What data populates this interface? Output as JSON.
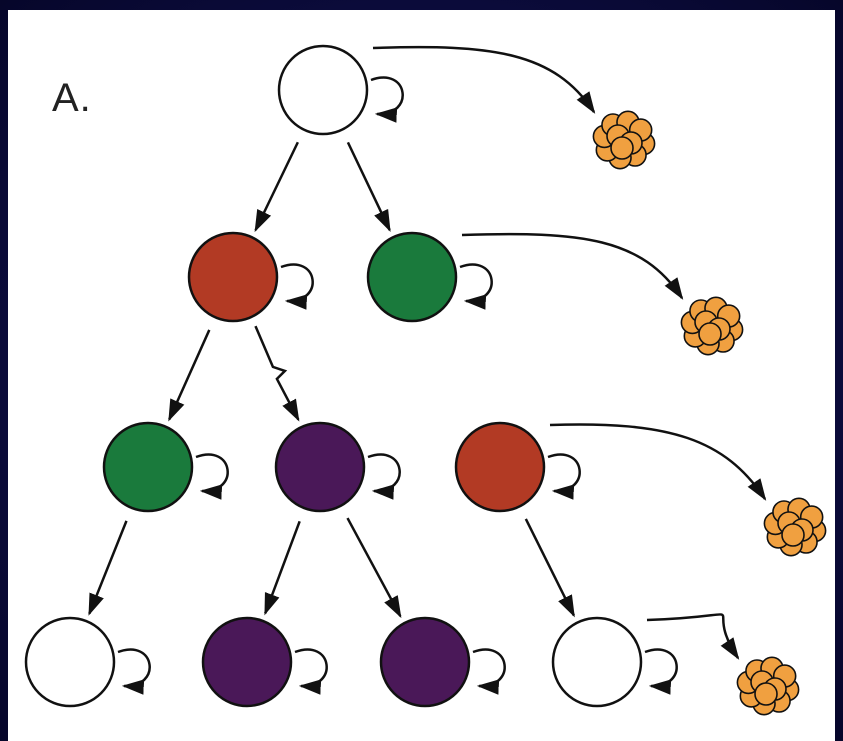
{
  "panel": {
    "label": "A."
  },
  "colors": {
    "white": "#ffffff",
    "red": "#b23a24",
    "green": "#1a7a3c",
    "purple": "#4a1858",
    "cluster": "#f0a040",
    "stroke": "#111111"
  },
  "cells": [
    {
      "name": "cell-root",
      "color": "white"
    },
    {
      "name": "cell-red-gen2",
      "color": "red"
    },
    {
      "name": "cell-green-gen2",
      "color": "green"
    },
    {
      "name": "cell-green-gen3",
      "color": "green"
    },
    {
      "name": "cell-purple-gen3",
      "color": "purple"
    },
    {
      "name": "cell-red-gen3",
      "color": "red"
    },
    {
      "name": "cell-white-gen4-a",
      "color": "white"
    },
    {
      "name": "cell-purple-gen4-a",
      "color": "purple"
    },
    {
      "name": "cell-purple-gen4-b",
      "color": "purple"
    },
    {
      "name": "cell-white-gen4-b",
      "color": "white"
    }
  ]
}
